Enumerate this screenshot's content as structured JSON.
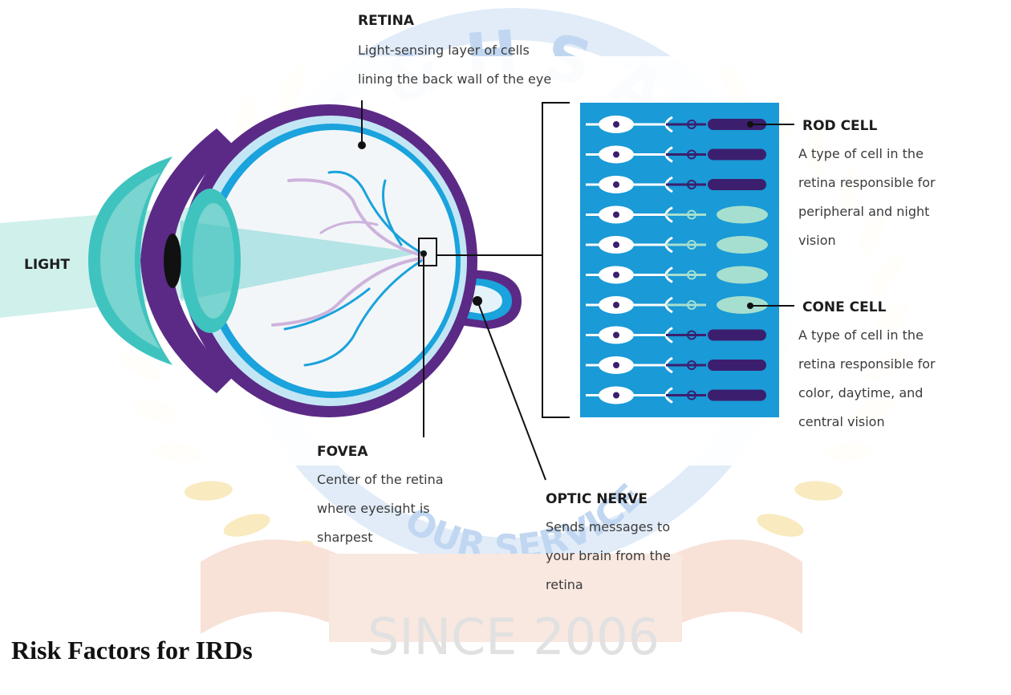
{
  "watermark": {
    "arc_text": "AS & H S ACA",
    "lower_arc_text": "OUR SERVICE",
    "since_text": "SINCE 2006",
    "ribbon_color": "#f2c9b6",
    "leaf_color": "#f4d98a",
    "seal_color": "#c9dcf2"
  },
  "labels": {
    "retina": {
      "title": "RETINA",
      "lines": [
        "Light-sensing layer of cells",
        "lining the back wall of the eye"
      ]
    },
    "light": {
      "title": "LIGHT"
    },
    "rod_cell": {
      "title": "ROD CELL",
      "lines": [
        "A type of cell in the",
        "retina responsible for",
        "peripheral and night",
        "vision"
      ]
    },
    "cone_cell": {
      "title": "CONE CELL",
      "lines": [
        "A type of cell in the",
        "retina responsible for",
        "color, daytime, and",
        "central vision"
      ]
    },
    "fovea": {
      "title": "FOVEA",
      "lines": [
        "Center of the retina",
        "where eyesight is",
        "sharpest"
      ]
    },
    "optic_nerve": {
      "title": "OPTIC NERVE",
      "lines": [
        "Sends messages to",
        "your brain from the",
        "retina"
      ]
    }
  },
  "cells": [
    "rod",
    "rod",
    "rod",
    "cone",
    "cone",
    "cone",
    "cone",
    "rod",
    "rod",
    "rod"
  ],
  "colors": {
    "eye_outer": "#5b2a86",
    "eye_blue": "#1aa3dc",
    "lens": "#3fc3bf",
    "retina_panel": "#1a9ad6",
    "rod": "#3b1f6e",
    "cone": "#a6dfcf",
    "vessel_blue": "#1aa3dc",
    "vessel_pink": "#cdb3dc"
  },
  "heading": "Risk Factors for IRDs"
}
